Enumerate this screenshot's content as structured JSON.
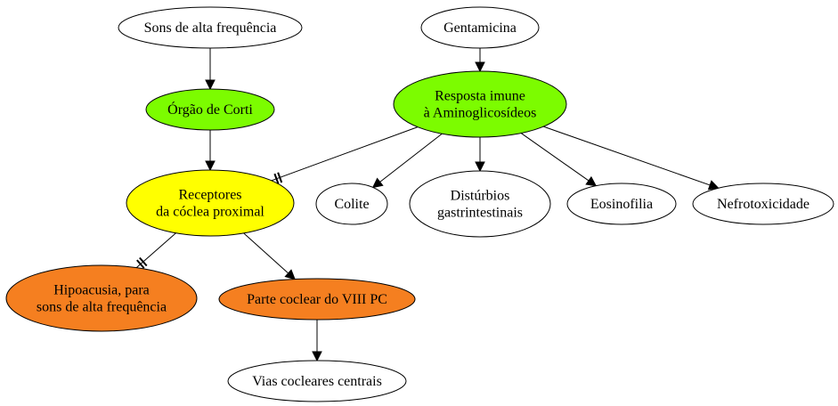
{
  "colors": {
    "background": "#ffffff",
    "white": "#ffffff",
    "green": "#7cfc00",
    "yellow": "#ffff00",
    "orange": "#f57f20",
    "stroke": "#000000"
  },
  "nodes": {
    "sons": {
      "lines": [
        "Sons de alta frequência"
      ],
      "fill": "white"
    },
    "genta": {
      "lines": [
        "Gentamicina"
      ],
      "fill": "white"
    },
    "corti": {
      "lines": [
        "Órgão de Corti"
      ],
      "fill": "green"
    },
    "resposta": {
      "lines": [
        "Resposta imune",
        "à Aminoglicosídeos"
      ],
      "fill": "green"
    },
    "receptores": {
      "lines": [
        "Receptores",
        "da cóclea proximal"
      ],
      "fill": "yellow"
    },
    "colite": {
      "lines": [
        "Colite"
      ],
      "fill": "white"
    },
    "disturbios": {
      "lines": [
        "Distúrbios",
        "gastrintestinais"
      ],
      "fill": "white"
    },
    "eosinofilia": {
      "lines": [
        "Eosinofilia"
      ],
      "fill": "white"
    },
    "nefro": {
      "lines": [
        "Nefrotoxicidade"
      ],
      "fill": "white"
    },
    "hipoacusia": {
      "lines": [
        "Hipoacusia, para",
        "sons de alta frequência"
      ],
      "fill": "orange"
    },
    "parte": {
      "lines": [
        "Parte coclear do VIII PC"
      ],
      "fill": "orange"
    },
    "vias": {
      "lines": [
        "Vias cocleares centrais"
      ],
      "fill": "white"
    }
  },
  "edges": [
    {
      "from": "sons",
      "to": "corti",
      "type": "arrow"
    },
    {
      "from": "genta",
      "to": "resposta",
      "type": "arrow"
    },
    {
      "from": "corti",
      "to": "receptores",
      "type": "arrow"
    },
    {
      "from": "resposta",
      "to": "receptores",
      "type": "inhibit"
    },
    {
      "from": "resposta",
      "to": "colite",
      "type": "arrow"
    },
    {
      "from": "resposta",
      "to": "disturbios",
      "type": "arrow"
    },
    {
      "from": "resposta",
      "to": "eosinofilia",
      "type": "arrow"
    },
    {
      "from": "resposta",
      "to": "nefro",
      "type": "arrow"
    },
    {
      "from": "receptores",
      "to": "hipoacusia",
      "type": "inhibit"
    },
    {
      "from": "receptores",
      "to": "parte",
      "type": "arrow"
    },
    {
      "from": "parte",
      "to": "vias",
      "type": "arrow"
    }
  ]
}
